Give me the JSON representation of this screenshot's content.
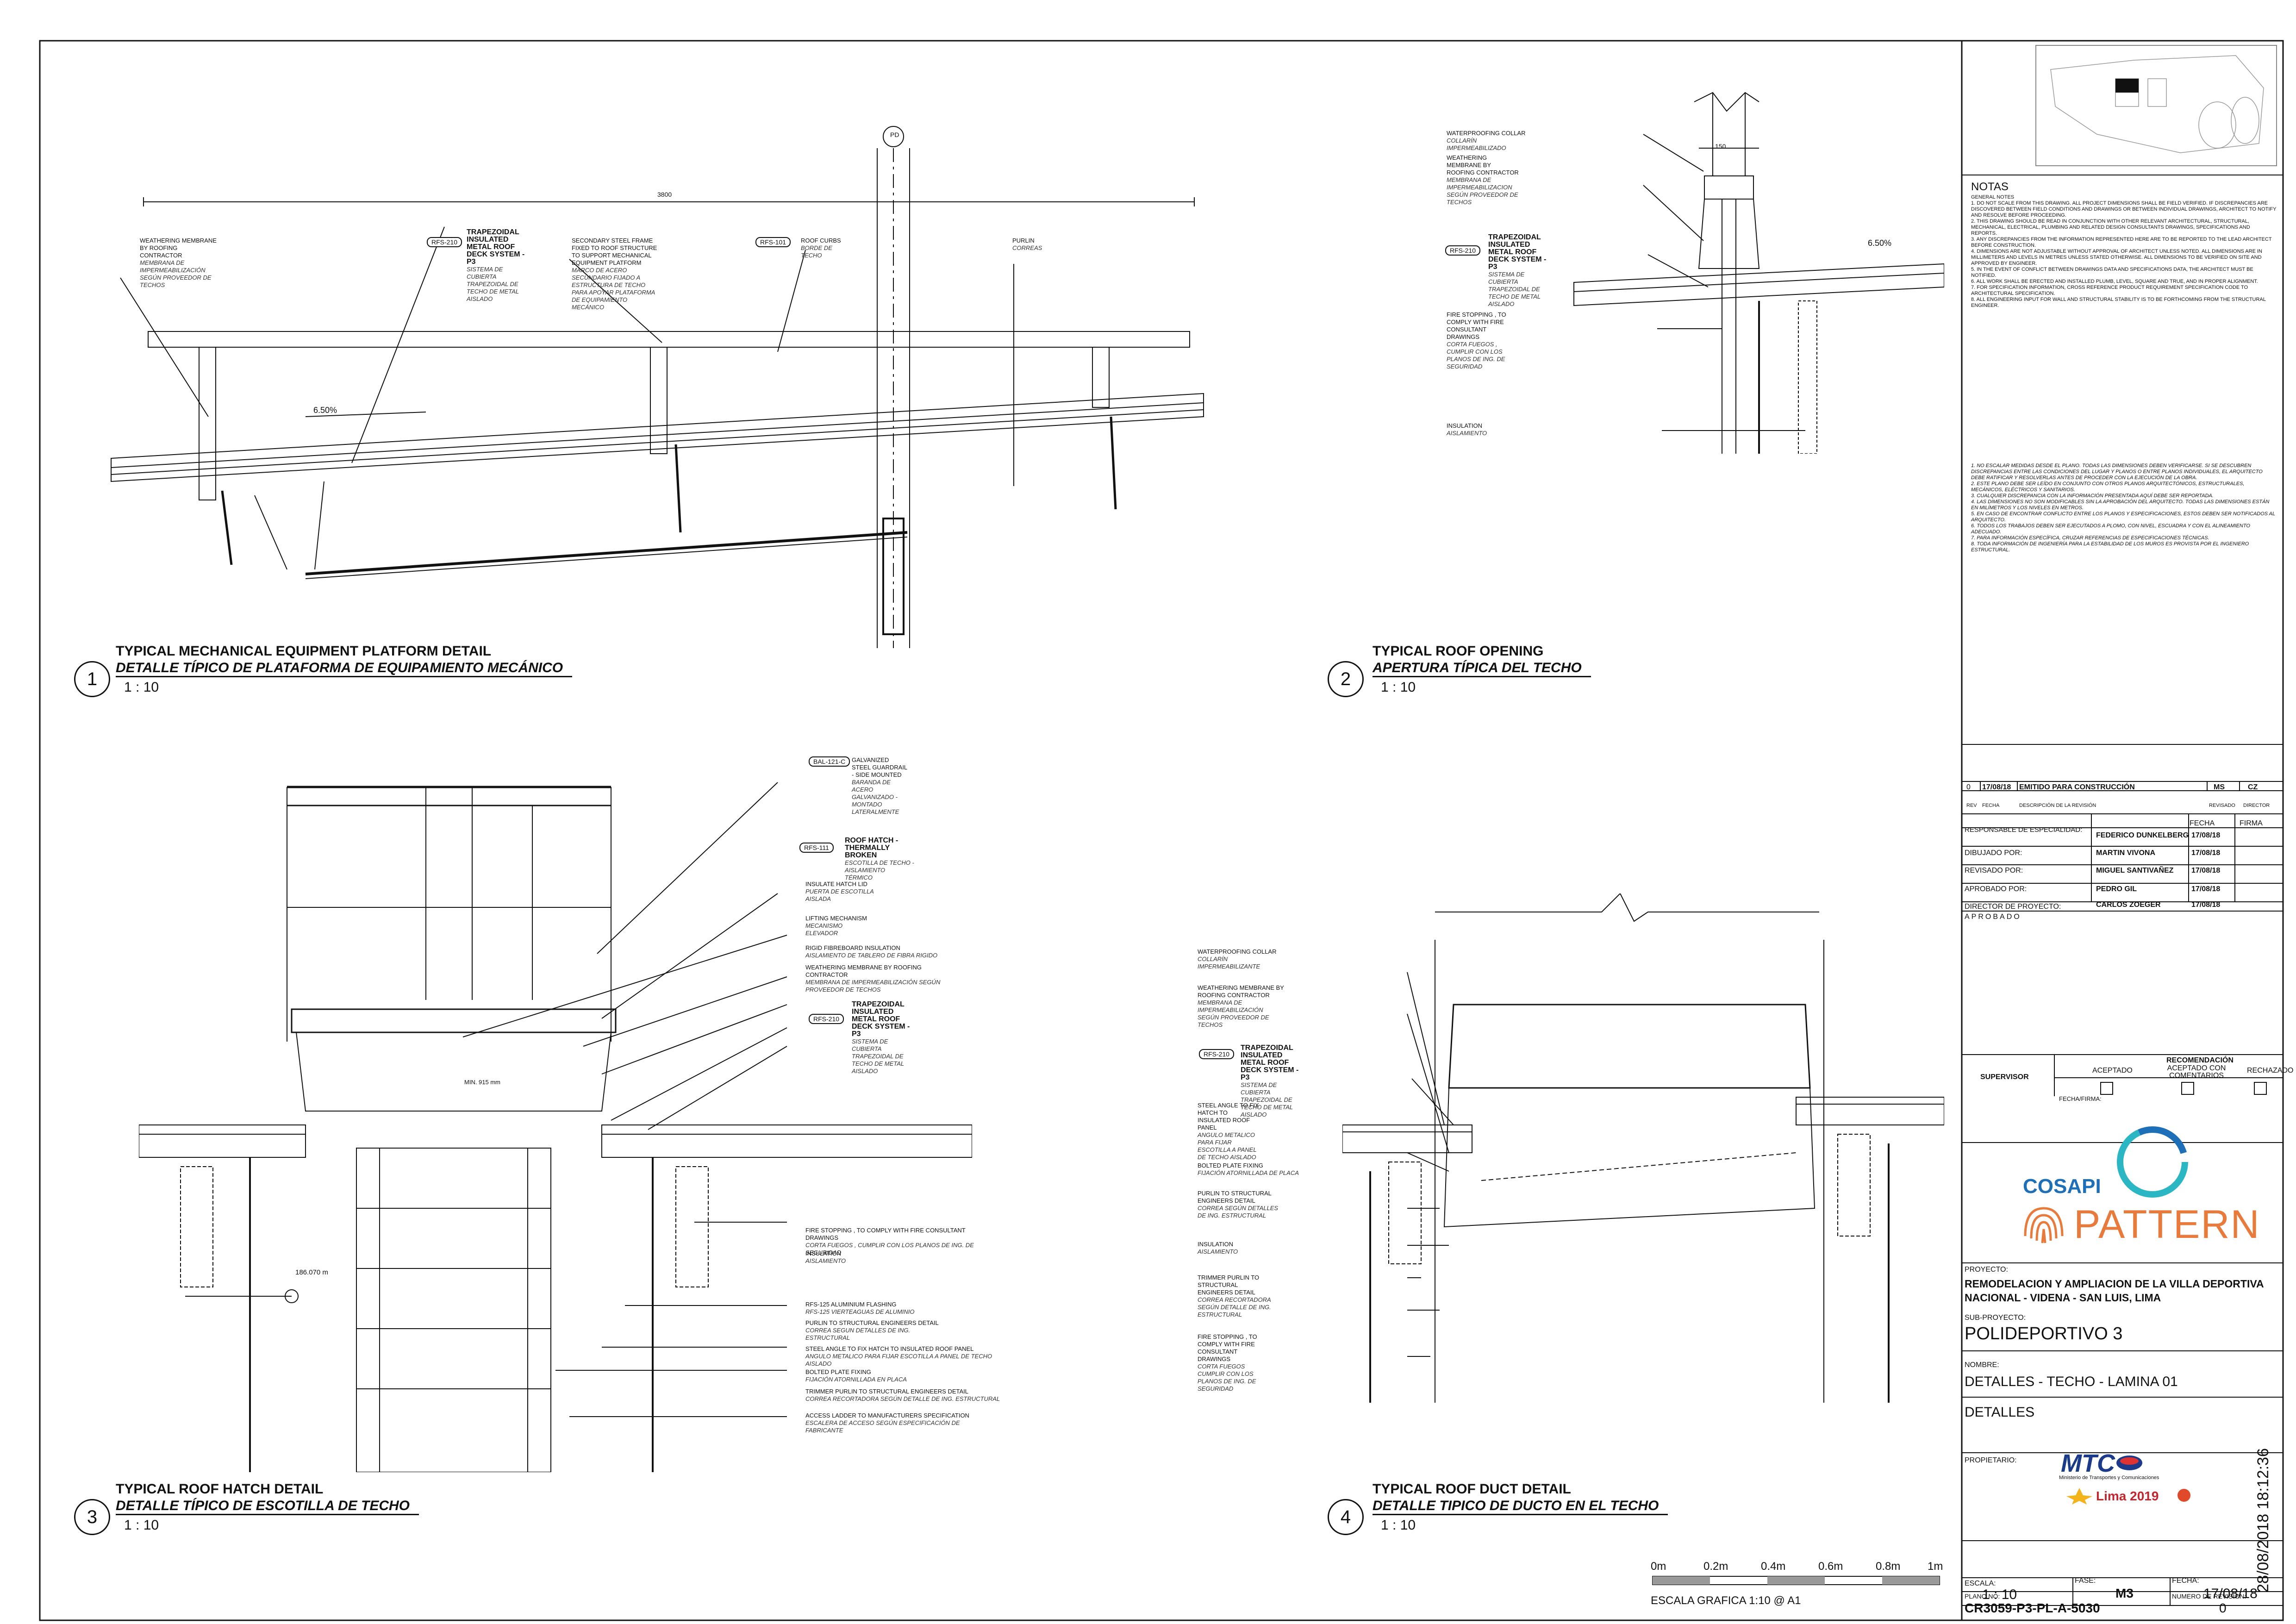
{
  "details": [
    {
      "num": "1",
      "title_en": "TYPICAL MECHANICAL EQUIPMENT PLATFORM DETAIL",
      "title_es": "DETALLE TÍPICO DE PLATAFORMA DE EQUIPAMIENTO MECÁNICO",
      "scale": "1 : 10"
    },
    {
      "num": "2",
      "title_en": "TYPICAL ROOF OPENING",
      "title_es": "APERTURA TÍPICA DEL TECHO",
      "scale": "1 : 10"
    },
    {
      "num": "3",
      "title_en": "TYPICAL ROOF HATCH DETAIL",
      "title_es": "DETALLE TÍPICO DE ESCOTILLA DE TECHO",
      "scale": "1 : 10"
    },
    {
      "num": "4",
      "title_en": "TYPICAL ROOF DUCT DETAIL",
      "title_es": "DETALLE TIPICO DE DUCTO EN EL TECHO",
      "scale": "1 : 10"
    }
  ],
  "detail1": {
    "dim": "3800",
    "slope": "6.50%",
    "grid": "PD",
    "tags": [
      "RFS-210",
      "RFS-101"
    ],
    "l1": {
      "en": "WEATHERING MEMBRANE BY ROOFING CONTRACTOR",
      "es": "MEMBRANA DE IMPERMEABILIZACIÓN SEGÚN PROVEEDOR DE TECHOS"
    },
    "l2": {
      "en": "TRAPEZOIDAL INSULATED METAL ROOF DECK SYSTEM -P3",
      "es": "SISTEMA DE CUBIERTA TRAPEZOIDAL DE TECHO DE METAL AISLADO"
    },
    "l3": {
      "en": "SECONDARY STEEL FRAME FIXED TO ROOF STRUCTURE TO SUPPORT MECHANICAL EQUIPMENT PLATFORM",
      "es": "MARCO DE ACERO SECUNDARIO FIJADO A ESTRUCTURA DE TECHO PARA APOYAR PLATAFORMA DE EQUIPAMIENTO MECÁNICO"
    },
    "l4": {
      "en": "ROOF CURBS",
      "es": "BORDE DE TECHO"
    },
    "l5": {
      "en": "PURLIN",
      "es": "CORREAS"
    }
  },
  "detail2": {
    "dim": "150",
    "slope": "6.50%",
    "tag": "RFS-210",
    "l1": {
      "en": "WATERPROOFING COLLAR",
      "es": "COLLARÍN IMPERMEABILIZADO"
    },
    "l2": {
      "en": "WEATHERING MEMBRANE BY ROOFING CONTRACTOR",
      "es": "MEMBRANA DE IMPERMEABILIZACION SEGÚN PROVEEDOR DE TECHOS"
    },
    "l3": {
      "en": "TRAPEZOIDAL INSULATED METAL ROOF DECK SYSTEM -P3",
      "es": "SISTEMA DE CUBIERTA TRAPEZOIDAL DE TECHO DE METAL AISLADO"
    },
    "l4": {
      "en": "FIRE STOPPING , TO COMPLY WITH FIRE CONSULTANT DRAWINGS",
      "es": "CORTA FUEGOS , CUMPLIR CON LOS PLANOS DE ING. DE SEGURIDAD"
    },
    "l5": {
      "en": "INSULATION",
      "es": "AISLAMIENTO"
    }
  },
  "detail3": {
    "tags": [
      "BAL-121-C",
      "RFS-111",
      "RFS-210"
    ],
    "min": "MIN. 915 mm",
    "level": "186.070 m",
    "r1": {
      "en": "GALVANIZED STEEL GUARDRAIL - SIDE MOUNTED",
      "es": "BARANDA DE ACERO GALVANIZADO - MONTADO LATERALMENTE"
    },
    "r2": {
      "en": "ROOF HATCH -THERMALLY BROKEN",
      "es": "ESCOTILLA DE TECHO - AISLAMIENTO TÉRMICO"
    },
    "r3": {
      "en": "INSULATE HATCH LID",
      "es": "PUERTA DE ESCOTILLA AISLADA"
    },
    "r4": {
      "en": "LIFTING MECHANISM",
      "es": "MECANISMO ELEVADOR"
    },
    "r5": {
      "en": "RIGID FIBREBOARD INSULATION",
      "es": "AISLAMIENTO DE TABLERO DE FIBRA RIGIDO"
    },
    "r6": {
      "en": "WEATHERING MEMBRANE BY ROOFING CONTRACTOR",
      "es": "MEMBRANA DE IMPERMEABILIZACIÓN SEGÚN PROVEEDOR DE TECHOS"
    },
    "r7": {
      "en": "TRAPEZOIDAL INSULATED METAL ROOF DECK SYSTEM -P3",
      "es": "SISTEMA DE CUBIERTA TRAPEZOIDAL DE TECHO DE METAL AISLADO"
    },
    "b1": {
      "en": "FIRE STOPPING , TO COMPLY WITH FIRE CONSULTANT DRAWINGS",
      "es": "CORTA FUEGOS , CUMPLIR CON LOS PLANOS DE ING. DE SEGURIDAD"
    },
    "b2": {
      "en": "INSULATION",
      "es": "AISLAMIENTO"
    },
    "b3": {
      "en": "RFS-125 ALUMINIUM FLASHING",
      "es": "RFS-125 VIERTEAGUAS DE ALUMINIO"
    },
    "b4": {
      "en": "PURLIN TO STRUCTURAL ENGINEERS DETAIL",
      "es": "CORREA SEGUN DETALLES DE ING. ESTRUCTURAL"
    },
    "b5": {
      "en": "STEEL ANGLE TO FIX HATCH TO INSULATED ROOF PANEL",
      "es": "ANGULO METALICO PARA FIJAR ESCOTILLA A PANEL DE TECHO AISLADO"
    },
    "b6": {
      "en": "BOLTED PLATE FIXING",
      "es": "FIJACIÓN ATORNILLADA EN PLACA"
    },
    "b7": {
      "en": "TRIMMER PURLIN TO STRUCTURAL ENGINEERS DETAIL",
      "es": "CORREA RECORTADORA SEGÚN DETALLE DE ING. ESTRUCTURAL"
    },
    "b8": {
      "en": "ACCESS LADDER TO MANUFACTURERS SPECIFICATION",
      "es": "ESCALERA DE ACCESO SEGÚN ESPECIFICACIÓN DE FABRICANTE"
    }
  },
  "detail4": {
    "tag": "RFS-210",
    "l1": {
      "en": "WATERPROOFING COLLAR",
      "es": "COLLARÍN IMPERMEABILIZANTE"
    },
    "l2": {
      "en": "WEATHERING MEMBRANE BY ROOFING CONTRACTOR",
      "es": "MEMBRANA DE IMPERMEABILIZACIÓN SEGÚN PROVEEDOR DE TECHOS"
    },
    "l3": {
      "en": "TRAPEZOIDAL INSULATED METAL ROOF DECK SYSTEM -P3",
      "es": "SISTEMA DE CUBIERTA TRAPEZOIDAL DE TECHO DE METAL AISLADO"
    },
    "l4": {
      "en": "STEEL ANGLE TO FIX HATCH TO INSULATED ROOF PANEL",
      "es": "ANGULO METALICO PARA FIJAR ESCOTILLA A PANEL DE TECHO AISLADO"
    },
    "l5": {
      "en": "BOLTED PLATE FIXING",
      "es": "FIJACIÓN ATORNILLADA DE PLACA"
    },
    "l6": {
      "en": "PURLIN TO STRUCTURAL ENGINEERS DETAIL",
      "es": "CORREA SEGÚN DETALLES DE ING. ESTRUCTURAL"
    },
    "l7": {
      "en": "INSULATION",
      "es": "AISLAMIENTO"
    },
    "l8": {
      "en": "TRIMMER PURLIN TO STRUCTURAL ENGINEERS DETAIL",
      "es": "CORREA RECORTADORA SEGÚN DETALLE DE ING. ESTRUCTURAL"
    },
    "l9": {
      "en": "FIRE STOPPING , TO COMPLY WITH FIRE CONSULTANT DRAWINGS",
      "es": "CORTA FUEGOS CUMPLIR CON LOS PLANOS DE ING. DE SEGURIDAD"
    }
  },
  "scale_bar": {
    "ticks": [
      "0m",
      "0.2m",
      "0.4m",
      "0.6m",
      "0.8m",
      "1m"
    ],
    "caption": "ESCALA GRAFICA 1:10  @ A1"
  },
  "title_block": {
    "notes_heading": "NOTAS",
    "notes_en": "GENERAL NOTES\n1. DO NOT SCALE FROM THIS DRAWING. ALL PROJECT DIMENSIONS SHALL BE FIELD VERIFIED. IF DISCREPANCIES ARE DISCOVERED BETWEEN FIELD CONDITIONS AND DRAWINGS OR BETWEEN INDIVIDUAL DRAWINGS, ARCHITECT TO NOTIFY AND RESOLVE BEFORE PROCEEDING.\n2. THIS DRAWING SHOULD BE READ IN CONJUNCTION WITH OTHER RELEVANT ARCHITECTURAL, STRUCTURAL, MECHANICAL, ELECTRICAL, PLUMBING AND RELATED DESIGN CONSULTANTS DRAWINGS, SPECIFICATIONS AND REPORTS.\n3. ANY DISCREPANCIES FROM THE INFORMATION REPRESENTED HERE ARE TO BE REPORTED TO THE LEAD ARCHITECT BEFORE CONSTRUCTION.\n4. DIMENSIONS ARE NOT ADJUSTABLE WITHOUT APPROVAL OF ARCHITECT UNLESS NOTED. ALL DIMENSIONS ARE IN MILLIMETERS AND LEVELS IN METRES UNLESS STATED OTHERWISE. ALL DIMENSIONS TO BE VERIFIED ON SITE AND APPROVED BY ENGINEER.\n5. IN THE EVENT OF CONFLICT BETWEEN DRAWINGS DATA AND SPECIFICATIONS DATA, THE ARCHITECT MUST BE NOTIFIED.\n6. ALL WORK SHALL BE ERECTED AND INSTALLED PLUMB, LEVEL, SQUARE AND TRUE, AND IN PROPER ALIGNMENT.\n7. FOR SPECIFICATION INFORMATION, CROSS REFERENCE PRODUCT REQUIREMENT SPECIFICATION CODE TO ARCHITECTURAL SPECIFICATION.\n8. ALL ENGINEERING INPUT FOR WALL AND STRUCTURAL STABILITY IS TO BE FORTHCOMING FROM THE STRUCTURAL ENGINEER.",
    "notes_es": "1. NO ESCALAR MEDIDAS DESDE EL PLANO. TODAS LAS DIMENSIONES DEBEN VERIFICARSE. SI SE DESCUBREN DISCREPANCIAS ENTRE LAS CONDICIONES DEL LUGAR Y PLANOS O ENTRE PLANOS INDIVIDUALES, EL ARQUITECTO DEBE RATIFICAR Y RESOLVERLAS ANTES DE PROCEDER CON LA EJECUCIÓN DE LA OBRA.\n2. ESTE PLANO DEBE SER LEÍDO EN CONJUNTO CON OTROS PLANOS ARQUITECTÓNICOS, ESTRUCTURALES, MECÁNICOS, ELÉCTRICOS Y SANITARIOS.\n3. CUALQUIER DISCREPANCIA CON LA INFORMACIÓN PRESENTADA AQUÍ DEBE SER REPORTADA.\n4. LAS DIMENSIONES NO SON MODIFICABLES SIN LA APROBACIÓN DEL ARQUITECTO. TODAS LAS DIMENSIONES ESTÁN EN MILÍMETROS Y LOS NIVELES EN METROS.\n5. EN CASO DE ENCONTRAR CONFLICTO ENTRE LOS PLANOS Y ESPECIFICACIONES, ESTOS DEBEN SER NOTIFICADOS AL ARQUITECTO.\n6. TODOS LOS TRABAJOS DEBEN SER EJECUTADOS A PLOMO, CON NIVEL, ESCUADRA Y CON EL ALINEAMIENTO ADECUADO.\n7. PARA INFORMACIÓN ESPECÍFICA, CRUZAR REFERENCIAS DE ESPECIFICACIONES TÉCNICAS.\n8. TODA INFORMACIÓN DE INGENIERÍA PARA LA ESTABILIDAD DE LOS MUROS ES PROVISTA POR EL INGENIERO ESTRUCTURAL.",
    "rev_row": {
      "rev": "0",
      "date": "17/08/18",
      "desc": "EMITIDO PARA CONSTRUCCIÓN",
      "revisado": "MS",
      "director": "CZ"
    },
    "rev_head": {
      "rev": "REV",
      "fecha": "FECHA",
      "desc": "DESCRIPCIÓN DE LA REVISIÓN",
      "revisado": "REVISADO",
      "director": "DIRECTOR"
    },
    "sig_head": {
      "fecha": "FECHA",
      "firma": "FIRMA"
    },
    "signatures": [
      {
        "role": "RESPONSABLE DE ESPECIALIDAD:",
        "name": "FEDERICO DUNKELBERG",
        "date": "17/08/18"
      },
      {
        "role": "DIBUJADO POR:",
        "name": "MARTIN VIVONA",
        "date": "17/08/18"
      },
      {
        "role": "REVISADO POR:",
        "name": "MIGUEL SANTIVAÑEZ",
        "date": "17/08/18"
      },
      {
        "role": "APROBADO POR:",
        "name": "PEDRO GIL",
        "date": "17/08/18"
      },
      {
        "role": "DIRECTOR DE PROYECTO:",
        "name": "CARLOS ZOEGER",
        "date": "17/08/18"
      }
    ],
    "aprobado": "APROBADO",
    "supervisor": "SUPERVISOR",
    "recomendacion": "RECOMENDACIÓN",
    "aceptado": "ACEPTADO",
    "aceptado_com": "ACEPTADO CON COMENTARIOS",
    "rechazado": "RECHAZADO",
    "fecha_firma": "FECHA/FIRMA:",
    "cosapi": "COSAPI",
    "pattern": "PATTERN",
    "proyecto_label": "PROYECTO:",
    "proyecto": "REMODELACION Y AMPLIACION DE LA VILLA DEPORTIVA NACIONAL - VIDENA - SAN LUIS, LIMA",
    "subproyecto_label": "SUB-PROYECTO:",
    "subproyecto": "POLIDEPORTIVO 3",
    "nombre_label": "NOMBRE:",
    "nombre": "DETALLES - TECHO - LAMINA 01",
    "nombre2": "DETALLES",
    "propietario_label": "PROPIETARIO:",
    "mtc": "MTC",
    "mtc_sub": "Ministerio de Transportes y Comunicaciones",
    "lima": "Lima 2019",
    "escala_label": "ESCALA:",
    "escala": "1 : 10",
    "fase_label": "FASE:",
    "fase": "M3",
    "fecha_label": "FECHA:",
    "fecha": "17/08/18",
    "plano_label": "PLANO NO:",
    "plano": "CR3059-P3-PL-A-5030",
    "rev_label": "NUMERO DE REVISION:",
    "rev": "0",
    "timestamp": "28/08/2018 18:12:36"
  },
  "colors": {
    "line": "#111111",
    "cosapi_blue": "#1d6fb8",
    "cosapi_teal": "#2bb6c4",
    "pattern_orange": "#e87b3c",
    "mtc_blue": "#1b3a8a"
  }
}
